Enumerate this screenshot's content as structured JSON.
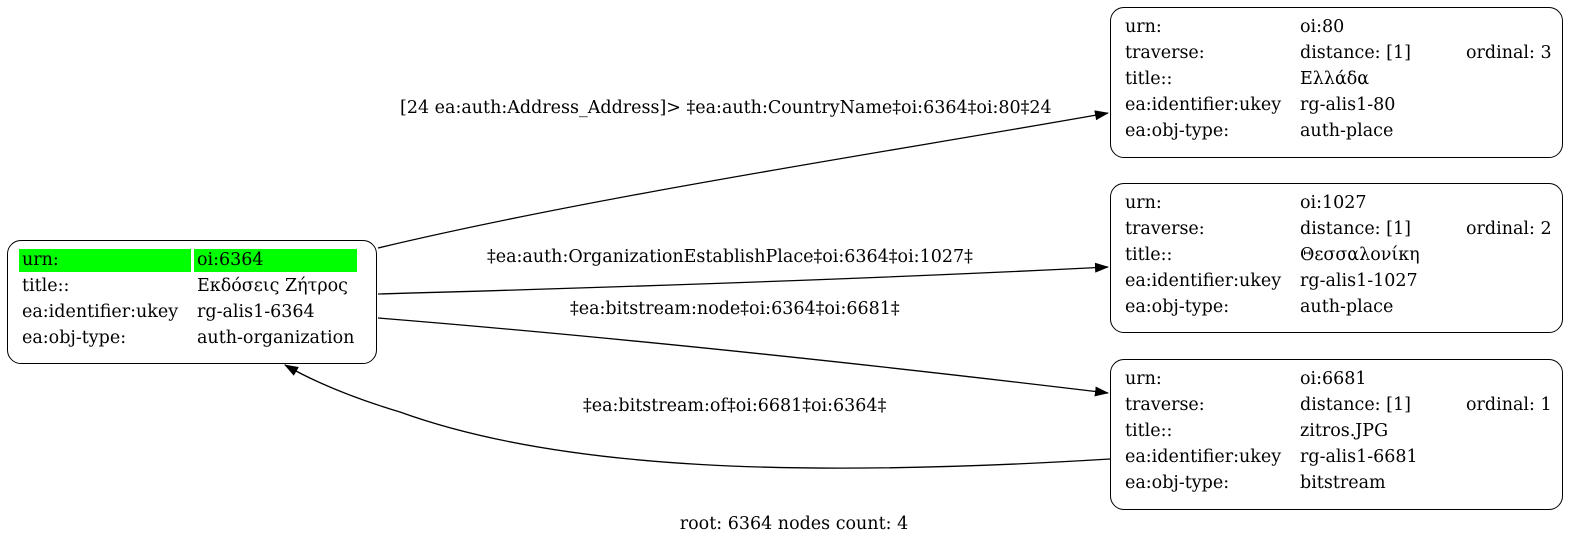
{
  "nodes": {
    "root": {
      "rows": [
        {
          "key": "urn:",
          "value": "oi:6364"
        },
        {
          "key": "title::",
          "value": "Εκδόσεις Ζήτρος"
        },
        {
          "key": "ea:identifier:ukey",
          "value": "rg-alis1-6364"
        },
        {
          "key": "ea:obj-type:",
          "value": "auth-organization"
        }
      ]
    },
    "n80": {
      "rows": [
        {
          "key": "urn:",
          "value": "oi:80"
        },
        {
          "key": "traverse:",
          "value": "distance: [1]",
          "extra": "ordinal: 3"
        },
        {
          "key": "title::",
          "value": "Ελλάδα"
        },
        {
          "key": "ea:identifier:ukey",
          "value": "rg-alis1-80"
        },
        {
          "key": "ea:obj-type:",
          "value": "auth-place"
        }
      ]
    },
    "n1027": {
      "rows": [
        {
          "key": "urn:",
          "value": "oi:1027"
        },
        {
          "key": "traverse:",
          "value": "distance: [1]",
          "extra": "ordinal: 2"
        },
        {
          "key": "title::",
          "value": "Θεσσαλονίκη"
        },
        {
          "key": "ea:identifier:ukey",
          "value": "rg-alis1-1027"
        },
        {
          "key": "ea:obj-type:",
          "value": "auth-place"
        }
      ]
    },
    "n6681": {
      "rows": [
        {
          "key": "urn:",
          "value": "oi:6681"
        },
        {
          "key": "traverse:",
          "value": "distance: [1]",
          "extra": "ordinal: 1"
        },
        {
          "key": "title::",
          "value": "zitros.JPG"
        },
        {
          "key": "ea:identifier:ukey",
          "value": "rg-alis1-6681"
        },
        {
          "key": "ea:obj-type:",
          "value": "bitstream"
        }
      ]
    }
  },
  "edges": {
    "to80": "[24 ea:auth:Address_Address]> ‡ea:auth:CountryName‡oi:6364‡oi:80‡24",
    "to1027": "‡ea:auth:OrganizationEstablishPlace‡oi:6364‡oi:1027‡",
    "to6681": "‡ea:bitstream:node‡oi:6364‡oi:6681‡",
    "back": "‡ea:bitstream:of‡oi:6681‡oi:6364‡"
  },
  "footer": "root: 6364 nodes count: 4"
}
